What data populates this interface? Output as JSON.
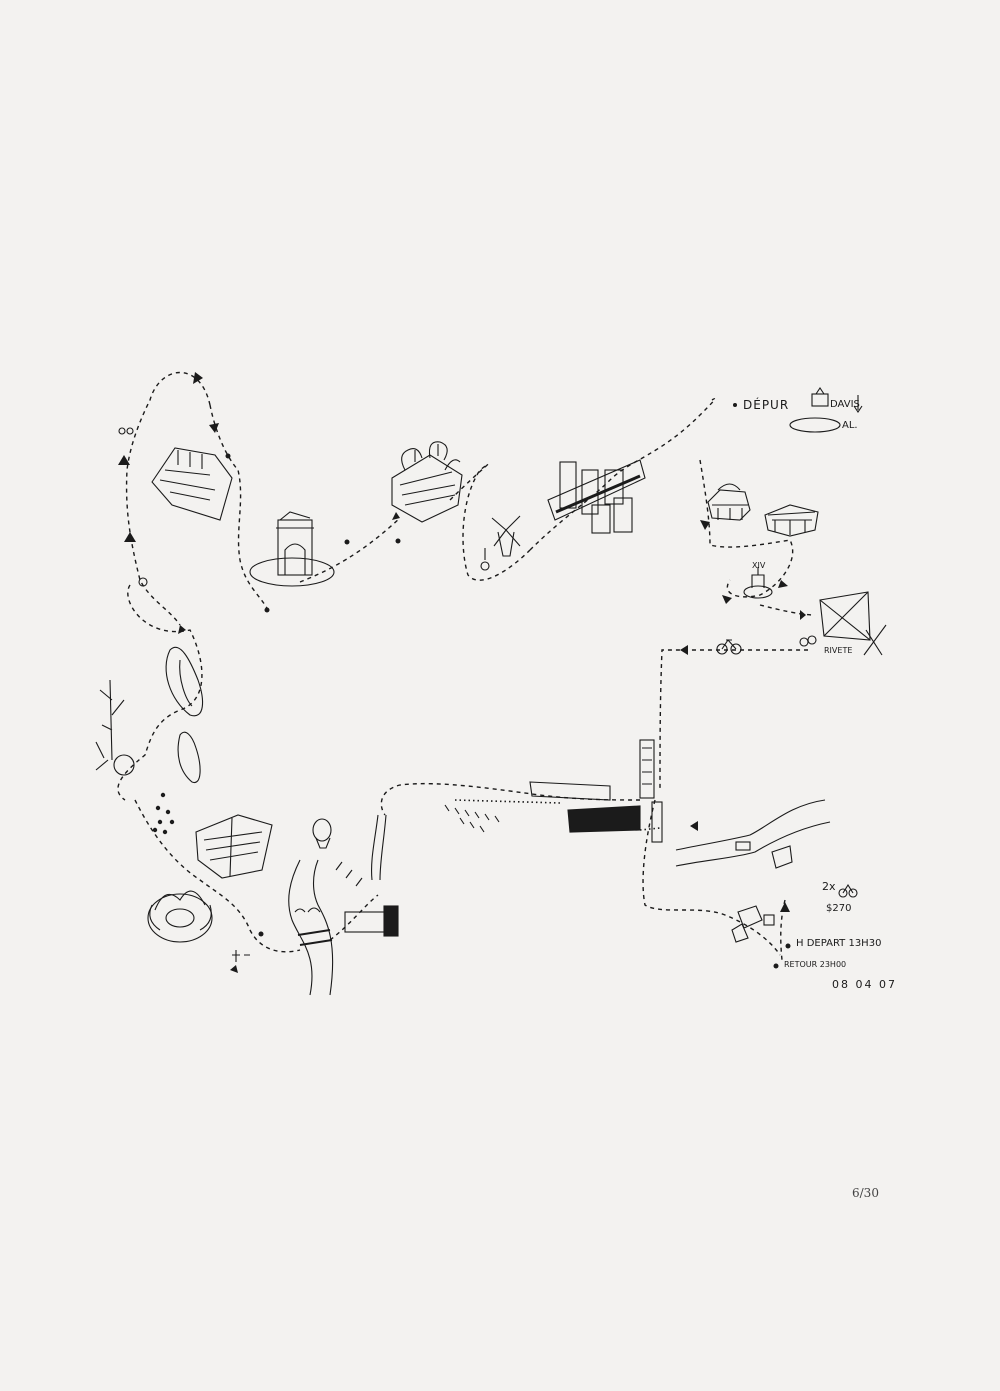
{
  "annotations": {
    "edition": "6/30",
    "date": "08 04 07",
    "depart": "H DEPART 13H30",
    "retour": "RETOUR 23H00",
    "depur": "DÉPUR",
    "davis": "DAVIS",
    "al": "AL.",
    "xiv": "XIV",
    "rivete": "RIVETE",
    "bikes": "2x",
    "price": "$270"
  },
  "colors": {
    "paper": "#f3f2f0",
    "ink": "#1b1b1b"
  },
  "icons": [
    "amphitheater-icon",
    "arc-de-triomphe-icon",
    "floating-garden-icon",
    "windmill-icon",
    "bridge-towers-icon",
    "palace-icon",
    "temple-icon",
    "statue-icon",
    "kite-icon",
    "bicycle-icon",
    "lake-icon",
    "tree-icon",
    "stadium-icon",
    "lotus-building-icon",
    "hot-air-balloon-icon",
    "river-icon",
    "long-building-icon",
    "tall-building-icon"
  ]
}
